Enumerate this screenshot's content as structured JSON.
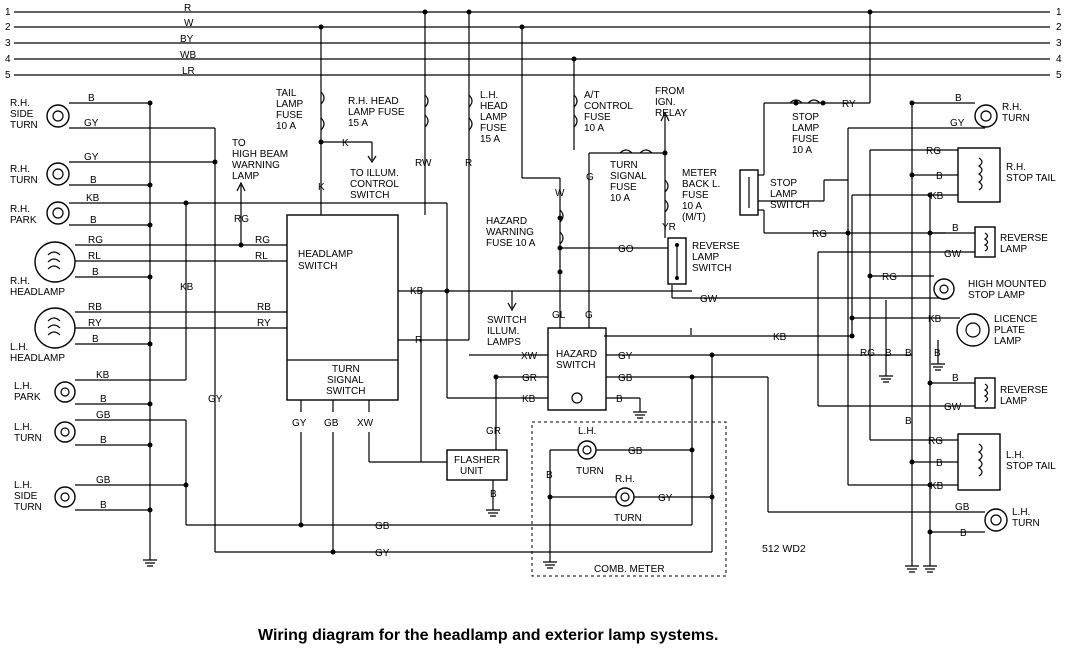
{
  "diagram": {
    "caption": "Wiring diagram for the headlamp and exterior lamp systems.",
    "code": "512 WD2",
    "bus_lines": [
      {
        "number": "1",
        "color": "R"
      },
      {
        "number": "2",
        "color": "W"
      },
      {
        "number": "3",
        "color": "BY"
      },
      {
        "number": "4",
        "color": "WB"
      },
      {
        "number": "5",
        "color": "LR"
      }
    ],
    "left_lamps": [
      {
        "label": [
          "R.H.",
          "SIDE",
          "TURN"
        ],
        "wires": [
          "B",
          "GY"
        ]
      },
      {
        "label": [
          "R.H.",
          "TURN"
        ],
        "wires": [
          "GY",
          "B"
        ]
      },
      {
        "label": [
          "R.H.",
          "PARK"
        ],
        "wires": [
          "KB",
          "B"
        ]
      },
      {
        "label": [
          "R.H.",
          "HEADLAMP"
        ],
        "wires": [
          "RG",
          "RL",
          "B"
        ]
      },
      {
        "label": [
          "L.H.",
          "HEADLAMP"
        ],
        "wires": [
          "RB",
          "RY",
          "B"
        ]
      },
      {
        "label": [
          "L.H.",
          "PARK"
        ],
        "wires": [
          "KB",
          "B"
        ]
      },
      {
        "label": [
          "L.H.",
          "TURN"
        ],
        "wires": [
          "GB",
          "B"
        ]
      },
      {
        "label": [
          "L.H.",
          "SIDE",
          "TURN"
        ],
        "wires": [
          "GB",
          "B"
        ]
      }
    ],
    "right_lamps": [
      {
        "label": [
          "R.H.",
          "TURN"
        ],
        "wires": [
          "B",
          "GY"
        ]
      },
      {
        "label": [
          "R.H.",
          "STOP TAIL"
        ],
        "wires": [
          "RG",
          "B",
          "KB"
        ]
      },
      {
        "label": [
          "REVERSE",
          "LAMP"
        ],
        "wires": [
          "B",
          "GW"
        ]
      },
      {
        "label": [
          "HIGH MOUNTED",
          "STOP LAMP"
        ],
        "wires": [
          "RG"
        ]
      },
      {
        "label": [
          "LICENCE",
          "PLATE",
          "LAMP"
        ],
        "wires": [
          "KB"
        ]
      },
      {
        "label": [
          "REVERSE",
          "LAMP"
        ],
        "wires": [
          "B",
          "GW"
        ]
      },
      {
        "label": [
          "L.H.",
          "STOP TAIL"
        ],
        "wires": [
          "RG",
          "B",
          "KB"
        ]
      },
      {
        "label": [
          "L.H.",
          "TURN"
        ],
        "wires": [
          "GB",
          "B"
        ]
      }
    ],
    "fuses": [
      {
        "label": [
          "TAIL",
          "LAMP",
          "FUSE",
          "10  A"
        ]
      },
      {
        "label": [
          "R.H. HEAD",
          "LAMP FUSE",
          "15  A"
        ]
      },
      {
        "label": [
          "L.H.",
          "HEAD",
          "LAMP",
          "FUSE",
          "15  A"
        ]
      },
      {
        "label": [
          "A/T",
          "CONTROL",
          "FUSE",
          "10  A"
        ]
      },
      {
        "label": [
          "TURN",
          "SIGNAL",
          "FUSE",
          "10  A"
        ]
      },
      {
        "label": [
          "METER",
          "BACK L.",
          "FUSE",
          "10  A",
          "(M/T)"
        ]
      },
      {
        "label": [
          "HAZARD",
          "WARNING",
          "FUSE  10  A"
        ]
      },
      {
        "label": [
          "STOP",
          "LAMP",
          "FUSE",
          "10  A"
        ]
      }
    ],
    "components": {
      "headlamp_switch": "HEADLAMP\nSWITCH",
      "turn_signal_switch": [
        "TURN",
        "SIGNAL",
        "SWITCH"
      ],
      "hazard_switch": [
        "HAZARD",
        "SWITCH"
      ],
      "flasher_unit": [
        "FLASHER",
        "UNIT"
      ],
      "reverse_lamp_switch": [
        "REVERSE",
        "LAMP",
        "SWITCH"
      ],
      "stop_lamp_switch": [
        "STOP",
        "LAMP",
        "SWITCH"
      ],
      "comb_meter": "COMB.  METER",
      "meter_lh_turn": [
        "L.H.",
        "TURN"
      ],
      "meter_rh_turn": [
        "R.H.",
        "TURN"
      ]
    },
    "notes": {
      "to_high_beam": [
        "TO",
        "HIGH BEAM",
        "WARNING",
        "LAMP"
      ],
      "to_illum": [
        "TO ILLUM.",
        "CONTROL",
        "SWITCH"
      ],
      "switch_illum": [
        "SWITCH",
        "ILLUM.",
        "LAMPS"
      ],
      "from_ign": [
        "FROM",
        "IGN.",
        "RELAY"
      ]
    }
  }
}
